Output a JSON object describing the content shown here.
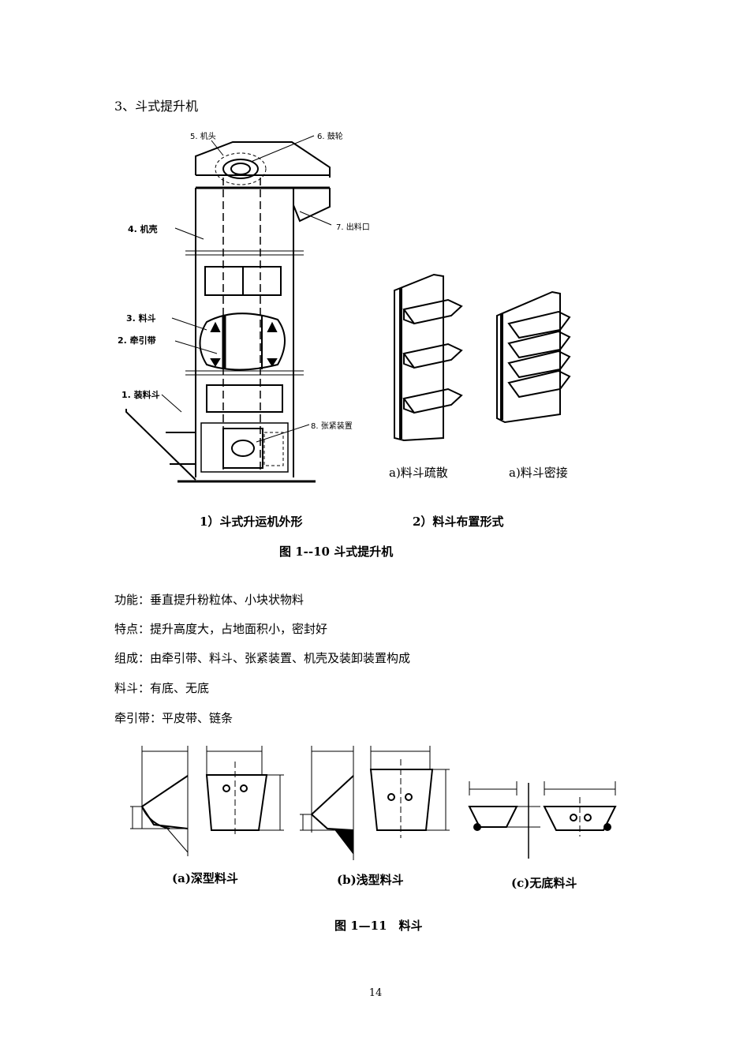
{
  "section": {
    "title": "3、斗式提升机"
  },
  "elevator_labels": {
    "head": "5. 机头",
    "drum": "6. 鼓轮",
    "outlet": "7. 出料口",
    "casing": "4. 机壳",
    "bucket": "3. 料斗",
    "belt": "2. 牵引带",
    "hopper": "1. 装料斗",
    "tensioner": "8. 张紧装置"
  },
  "layout_captions": {
    "sparse": "a)料斗疏散",
    "dense": "a)料斗密接"
  },
  "figure_1_10": {
    "sub1": "1）斗式升运机外形",
    "sub2": "2）料斗布置形式",
    "caption": "图 1--10 斗式提升机"
  },
  "paragraphs": [
    "功能：垂直提升粉粒体、小块状物料",
    "特点：提升高度大，占地面积小，密封好",
    "组成：由牵引带、料斗、张紧装置、机壳及装卸装置构成",
    "料斗：有底、无底",
    "牵引带：平皮带、链条"
  ],
  "figure_1_11": {
    "deep": "(a)深型料斗",
    "shallow": "(b)浅型料斗",
    "bottomless": "(c)无底料斗",
    "caption": "图 1—11　料斗"
  },
  "page": {
    "number": "14"
  }
}
